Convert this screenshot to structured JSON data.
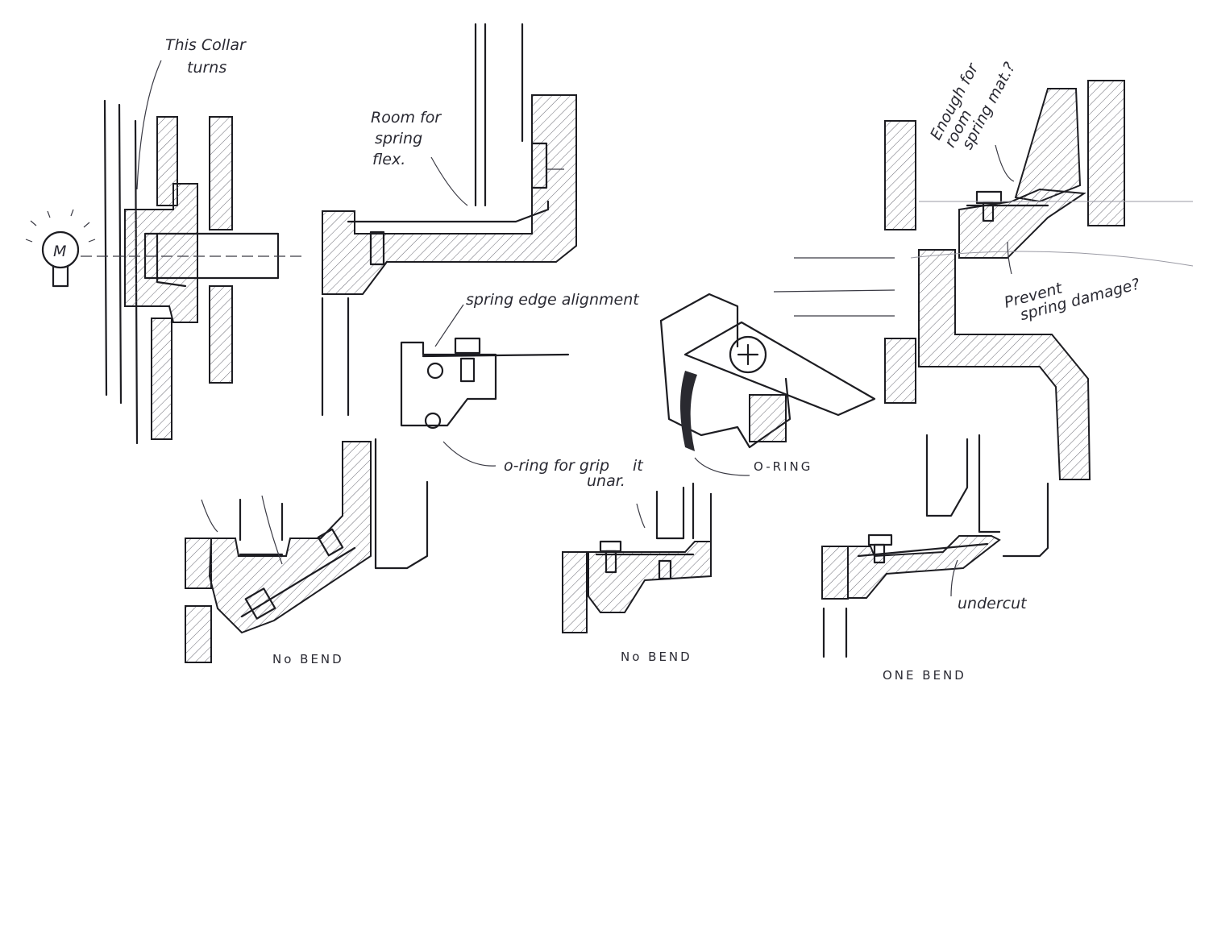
{
  "annotations": {
    "collar_line1": "This Collar",
    "collar_line2": "turns",
    "bulb_letter": "M",
    "room_line1": "Room for",
    "room_line2": "spring",
    "room_line3": "flex.",
    "spring_edge": "spring edge alignment",
    "oring_grip": "o-ring for grip",
    "oring_grip_it": "it",
    "oring_grip_unar": "unar.",
    "oring": "O-RING",
    "enough_line1": "Enough for",
    "enough_line2": "room",
    "enough_line3": "spring mat.?",
    "prevent_line1": "Prevent",
    "prevent_line2": "spring damage?",
    "undercut": "undercut"
  },
  "captions": {
    "left": "No BEND",
    "middle": "No BEND",
    "right": "ONE BEND"
  },
  "colors": {
    "ink": "#1d1d22",
    "paper": "#ffffff"
  }
}
